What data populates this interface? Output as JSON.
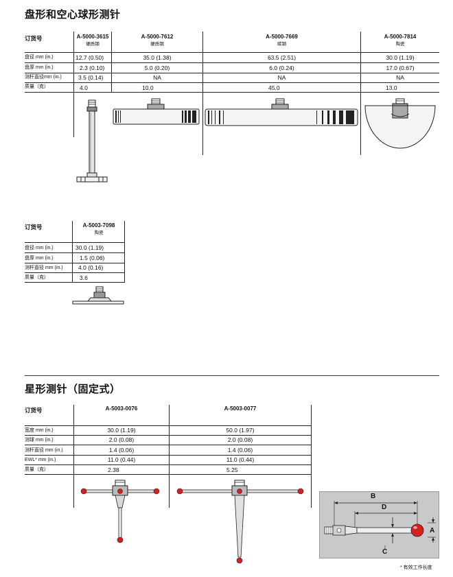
{
  "section1": {
    "title": "盘形和空心球形测针",
    "header_label": "订货号",
    "row_labels": [
      "盘径 mm (in.)",
      "盘厚 mm (in.)",
      "测杆直径mm (in.)",
      "质量（克）"
    ],
    "products": [
      {
        "code": "A-5000-3615",
        "material": "硬质钢",
        "values": [
          "12.7 (0.50)",
          "2.3 (0.10)",
          "3.5 (0.14)",
          "4.0"
        ]
      },
      {
        "code": "A-5000-7612",
        "material": "硬质钢",
        "values": [
          "35.0 (1.38)",
          "5.0 (0.20)",
          "NA",
          "10.0"
        ]
      },
      {
        "code": "A-5000-7669",
        "material": "碳钢",
        "values": [
          "63.5 (2.51)",
          "6.0 (0.24)",
          "NA",
          "45.0"
        ]
      },
      {
        "code": "A-5000-7814",
        "material": "陶瓷",
        "values": [
          "30.0 (1.19)",
          "17.0 (0.67)",
          "NA",
          "13.0"
        ]
      }
    ]
  },
  "section2": {
    "header_label": "订货号",
    "row_labels": [
      "盘径 mm (in.)",
      "盘厚 mm (in.)",
      "测杆直径 mm (in.)",
      "质量（克）"
    ],
    "products": [
      {
        "code": "A-5003-7098",
        "material": "陶瓷",
        "values": [
          "30.0 (1.19)",
          "1.5 (0.06)",
          "4.0 (0.16)",
          "3.6"
        ]
      }
    ]
  },
  "section3": {
    "title": "星形测针（固定式）",
    "header_label": "订货号",
    "row_labels": [
      "宽度 mm (in.)",
      "测球 mm (in.)",
      "测杆直径 mm (in.)",
      "EWL* mm (in.)",
      "质量（克）"
    ],
    "products": [
      {
        "code": "A-5003-0076",
        "values": [
          "30.0 (1.19)",
          "2.0 (0.08)",
          "1.4 (0.06)",
          "11.0 (0.44)",
          "2.38"
        ]
      },
      {
        "code": "A-5003-0077",
        "values": [
          "50.0 (1.97)",
          "2.0 (0.08)",
          "1.4 (0.06)",
          "11.0 (0.44)",
          "5.25"
        ]
      }
    ]
  },
  "diagram": {
    "labels": {
      "b": "B",
      "d": "D",
      "a": "A",
      "c": "C"
    },
    "footnote": "* 有效工作长度",
    "colors": {
      "panel": "#c9c9c9",
      "ball": "#d81e1e"
    }
  }
}
